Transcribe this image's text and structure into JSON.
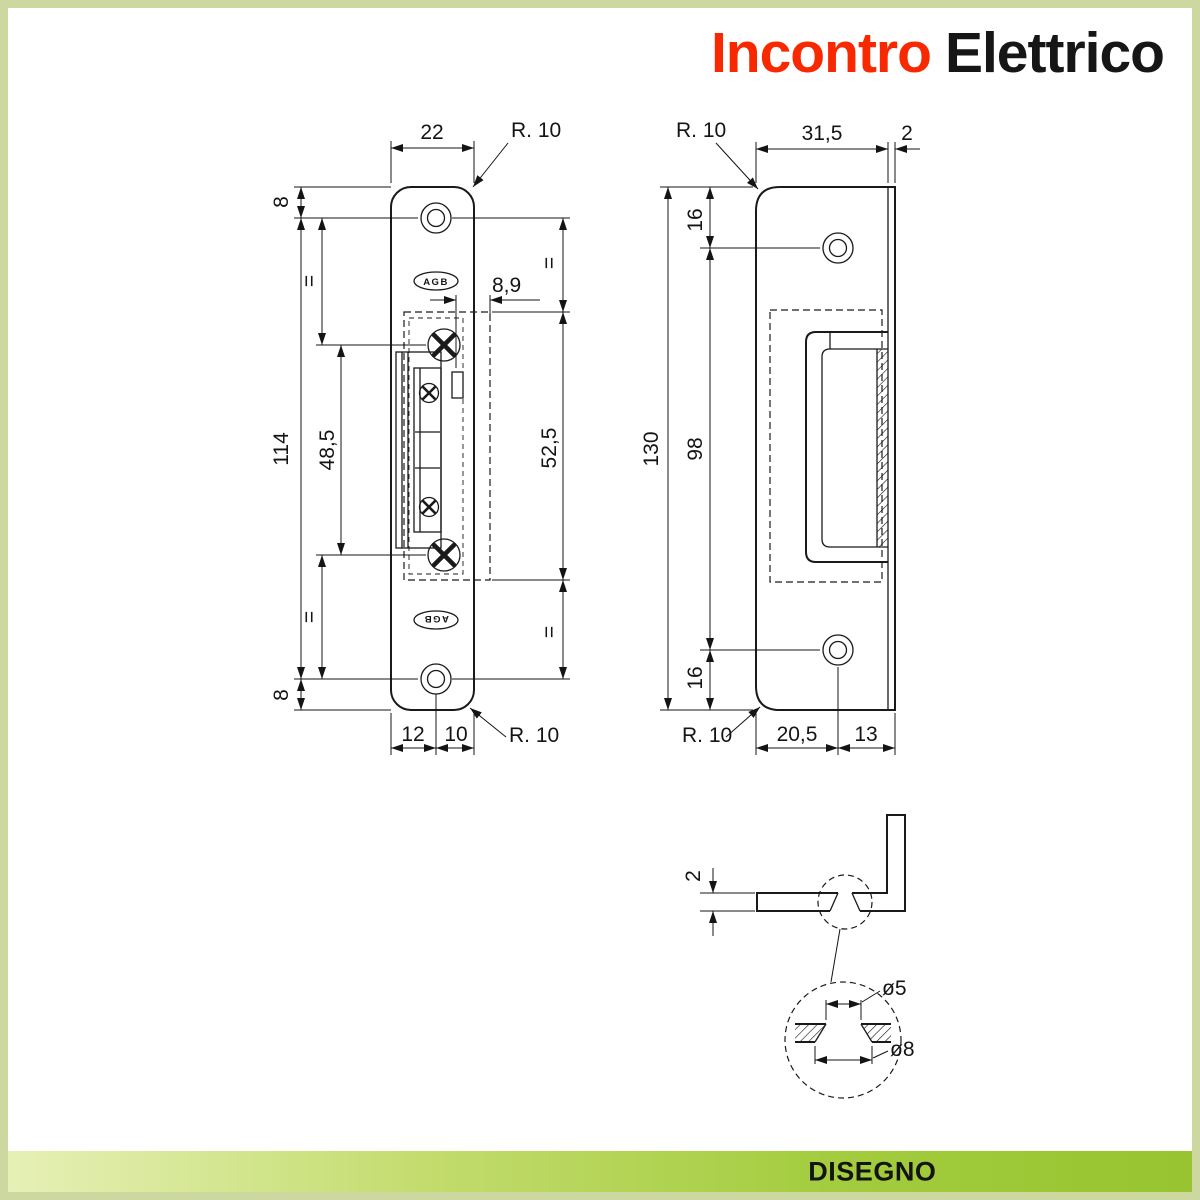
{
  "page": {
    "border_color": "#ccd8a0",
    "background": "#ffffff"
  },
  "title": {
    "part1": "Incontro",
    "part2": "Elettrico",
    "accent_color": "#f82800",
    "text_color": "#161616"
  },
  "footer": {
    "label": "DISEGNO",
    "bar_color": "#9dc939"
  },
  "front_view": {
    "logo": "AGB",
    "dims": {
      "width": "22",
      "corner_radius_top": "R. 10",
      "edge_to_hole_top": "8",
      "equal_left_top": "=",
      "hole_spacing": "114",
      "screw_spacing": "48,5",
      "latch_offset": "8,9",
      "equal_right_top": "=",
      "cutout_height": "52,5",
      "equal_right_bottom": "=",
      "equal_left_bottom": "=",
      "edge_to_hole_bottom": "8",
      "left_to_hole": "12",
      "hole_to_right": "10",
      "corner_radius_bottom": "R. 10"
    }
  },
  "side_view": {
    "dims": {
      "corner_radius_top": "R. 10",
      "face_width": "31,5",
      "lip_width": "2",
      "edge_to_hole_top": "16",
      "overall_height": "130",
      "hole_spacing": "98",
      "edge_to_hole_bottom": "16",
      "corner_radius_bottom": "R. 10",
      "left_to_hole": "20,5",
      "hole_to_right": "13"
    }
  },
  "detail_view": {
    "thickness": "2",
    "hole_diameter": "ø5",
    "countersink_diameter": "ø8"
  }
}
